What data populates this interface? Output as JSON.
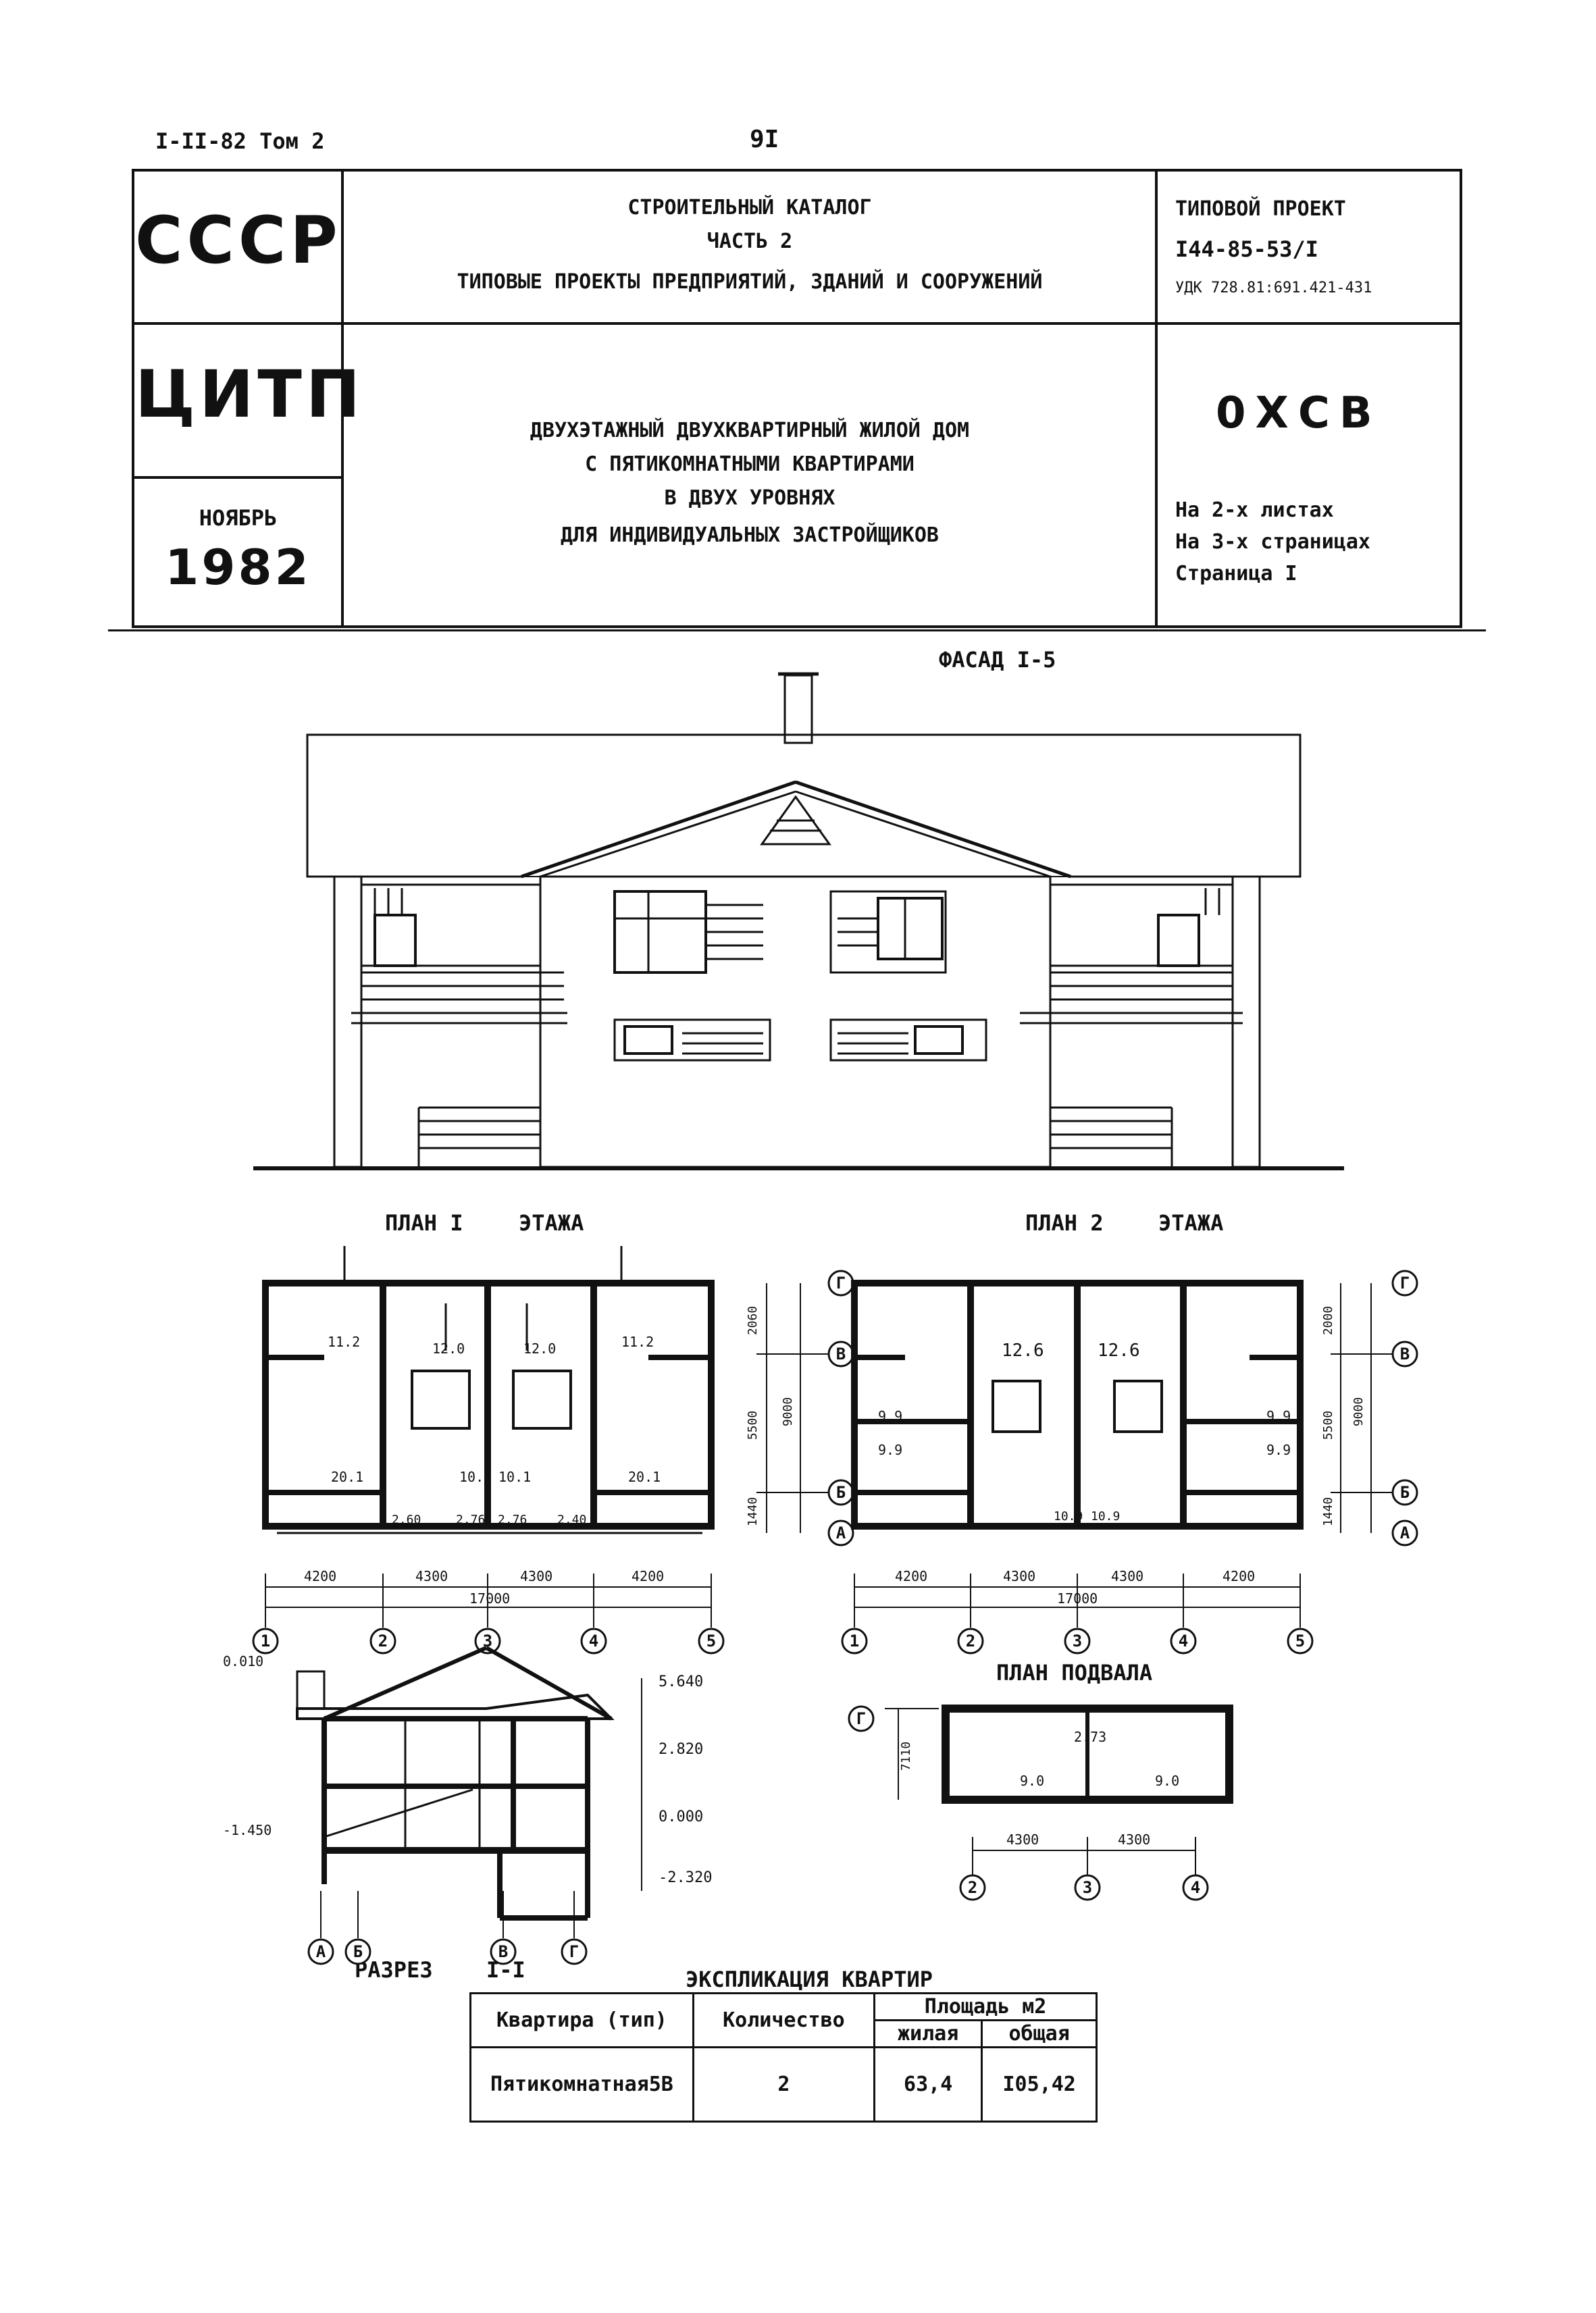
{
  "header": {
    "series": "I-II-82 Том 2",
    "page_number": "9I"
  },
  "title_block": {
    "org1": "СССР",
    "org2": "ЦИТП",
    "month": "НОЯБРЬ",
    "year": "1982",
    "catalog_line1": "СТРОИТЕЛЬНЫЙ КАТАЛОГ",
    "catalog_line2": "ЧАСТЬ 2",
    "catalog_line3": "ТИПОВЫЕ ПРОЕКТЫ ПРЕДПРИЯТИЙ, ЗДАНИЙ И СООРУЖЕНИЙ",
    "project_label": "ТИПОВОЙ ПРОЕКТ",
    "project_code": "I44-85-53/I",
    "udk": "УДК 728.81:691.421-431",
    "desc_line1": "ДВУХЭТАЖНЫЙ ДВУХКВАРТИРНЫЙ ЖИЛОЙ ДОМ",
    "desc_line2": "С ПЯТИКОМНАТНЫМИ КВАРТИРАМИ",
    "desc_line3": "В ДВУХ УРОВНЯХ",
    "desc_line4": "ДЛЯ ИНДИВИДУАЛЬНЫХ ЗАСТРОЙЩИКОВ",
    "code": "0ХСВ",
    "sheets": "На 2-х листах",
    "pages": "На 3-х страницах",
    "page": "Страница I"
  },
  "drawings": {
    "facade_title": "ФАСАД I-5",
    "plan1_title_a": "ПЛАН I",
    "plan1_title_b": "ЭТАЖА",
    "plan2_title_a": "ПЛАН 2",
    "plan2_title_b": "ЭТАЖА",
    "basement_title": "ПЛАН ПОДВАЛА",
    "section_title_a": "РАЗРЕЗ",
    "section_title_b": "I-I",
    "plan1_areas": [
      "11.2",
      "12.0",
      "12.0",
      "11.2",
      "20.1",
      "10.1",
      "10.1",
      "20.1",
      "2.60",
      "2.76",
      "2.76",
      "2.40"
    ],
    "plan2_areas": [
      "12.6",
      "12.6",
      "9.9",
      "9.9",
      "9.9",
      "9.9",
      "10.9",
      "10.9"
    ],
    "plan_dims": [
      "4200",
      "4300",
      "4300",
      "4200"
    ],
    "plan_total": "17000",
    "plan_vert_dims": [
      "2060",
      "5500",
      "9000",
      "1440"
    ],
    "plan2_vert_dims": [
      "2000",
      "5500",
      "9000",
      "1440"
    ],
    "axes_x": [
      "1",
      "2",
      "3",
      "4",
      "5"
    ],
    "axes_y": [
      "Г",
      "В",
      "Б",
      "А"
    ],
    "section_levels": [
      "5.640",
      "2.820",
      "0.000",
      "-2.320",
      "0.010",
      "-1.450"
    ],
    "section_axes": [
      "А",
      "Б",
      "В",
      "Г"
    ],
    "basement_areas": [
      "2.73",
      "9.0",
      "9.0"
    ],
    "basement_dims": [
      "4300",
      "4300"
    ],
    "basement_vert": "7110",
    "basement_axes": [
      "2",
      "3",
      "4"
    ],
    "basement_axis_y": "Г"
  },
  "explication": {
    "title": "ЭКСПЛИКАЦИЯ КВАРТИР",
    "col_type": "Квартира (тип)",
    "col_count": "Количество",
    "col_area": "Площадь м2",
    "col_living": "жилая",
    "col_total": "общая",
    "row_type": "Пятикомнатная5В",
    "row_count": "2",
    "row_living": "63,4",
    "row_total": "I05,42"
  }
}
